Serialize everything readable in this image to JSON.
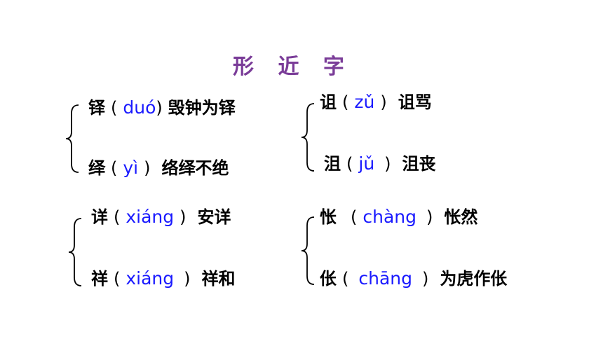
{
  "title": "形 近 字",
  "groups": [
    {
      "items": [
        {
          "char": "铎",
          "open": "(",
          "pinyin": "duó",
          "close": ")",
          "word": "毁钟为铎"
        },
        {
          "char": "绎",
          "open": "(",
          "pinyin": "yì",
          "close": ")",
          "word": "络绎不绝"
        }
      ]
    },
    {
      "items": [
        {
          "char": "诅",
          "open": "(",
          "pinyin": "zǔ",
          "close": ")",
          "word": "诅骂"
        },
        {
          "char": "沮",
          "open": "(",
          "pinyin": "jǔ",
          "close": ")",
          "word": "沮丧"
        }
      ]
    },
    {
      "items": [
        {
          "char": "详",
          "open": "(",
          "pinyin": "xiáng",
          "close": ")",
          "word": "安详"
        },
        {
          "char": "祥",
          "open": "(",
          "pinyin": "xiáng",
          "close": ")",
          "word": "祥和"
        }
      ]
    },
    {
      "items": [
        {
          "char": "怅",
          "open": "(",
          "pinyin": "chàng",
          "close": ")",
          "word": "怅然"
        },
        {
          "char": "伥",
          "open": "(",
          "pinyin": "chāng",
          "close": ")",
          "word": "为虎作伥"
        }
      ]
    }
  ],
  "colors": {
    "title": "#7a3c98",
    "pinyin": "#1a1aff",
    "text": "#000000"
  }
}
